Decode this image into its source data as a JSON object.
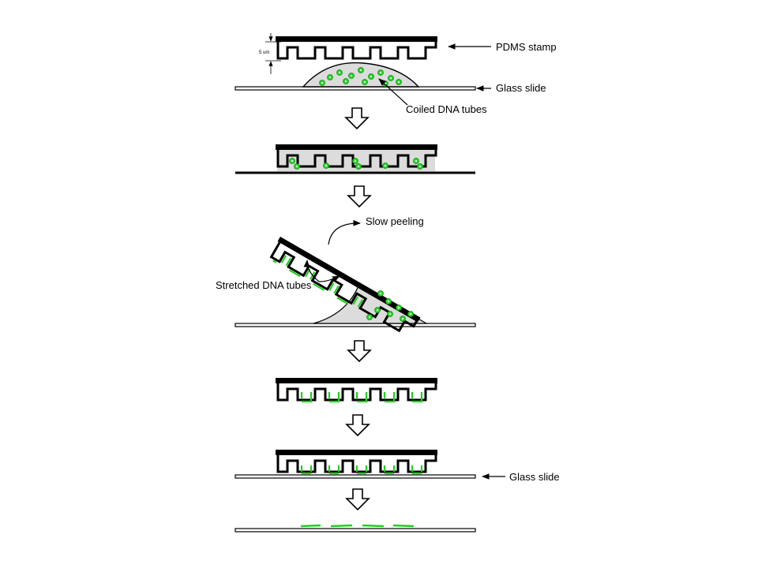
{
  "labels": {
    "pdms_stamp": "PDMS stamp",
    "glass_slide_top": "Glass slide",
    "coiled_dna": "Coiled DNA tubes",
    "slow_peeling": "Slow peeling",
    "stretched_dna": "Stretched DNA tubes",
    "glass_slide_bottom": "Glass slide",
    "dimension": "5 um"
  },
  "colors": {
    "dna": "#1fd01f",
    "droplet": "#dcdcdc",
    "ink": "#000000"
  },
  "steps": [
    "stamp above DNA droplet on glass slide",
    "stamp pressed onto slide",
    "slow peeling stretches DNA",
    "stamp with stretched DNA",
    "stamp contacted to new glass slide",
    "transferred DNA lines on glass slide"
  ]
}
